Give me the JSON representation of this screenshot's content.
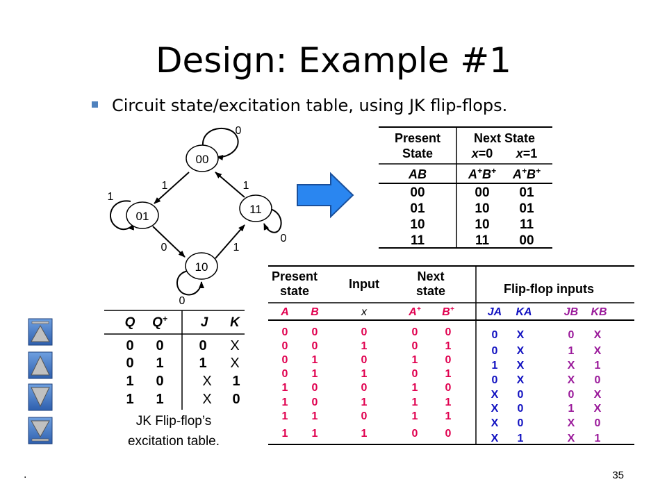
{
  "slide": {
    "title": "Design: Example #1",
    "bullet": "Circuit state/excitation table, using JK flip-flops.",
    "footer_dot": ".",
    "slide_number": "35"
  },
  "state_diagram": {
    "states": [
      "00",
      "01",
      "11",
      "10"
    ],
    "transitions": [
      {
        "from": "00",
        "to": "00",
        "label": "0"
      },
      {
        "from": "00",
        "to": "01",
        "label": "1"
      },
      {
        "from": "01",
        "to": "01",
        "label": "1"
      },
      {
        "from": "01",
        "to": "10",
        "label": "0"
      },
      {
        "from": "10",
        "to": "10",
        "label": "0"
      },
      {
        "from": "10",
        "to": "11",
        "label": "1"
      },
      {
        "from": "11",
        "to": "11",
        "label": "0"
      },
      {
        "from": "11",
        "to": "00",
        "label": "1"
      }
    ]
  },
  "state_table": {
    "header": {
      "present_state_l1": "Present",
      "present_state_l2": "State",
      "next_state": "Next State",
      "x0_var": "x",
      "x0_val": "=0",
      "x1_var": "x",
      "x1_val": "=1",
      "col_ab": "AB",
      "a_plus": "A",
      "b_plus": "B",
      "plus": "+"
    },
    "rows": [
      {
        "ab": "00",
        "x0": "00",
        "x1": "01"
      },
      {
        "ab": "01",
        "x0": "10",
        "x1": "01"
      },
      {
        "ab": "10",
        "x0": "10",
        "x1": "11"
      },
      {
        "ab": "11",
        "x0": "11",
        "x1": "00"
      }
    ]
  },
  "jk_table": {
    "headers": {
      "q": "Q",
      "qplus": "Q",
      "plus": "+",
      "j": "J",
      "k": "K"
    },
    "rows": [
      {
        "q": "0",
        "qplus": "0",
        "j": "0",
        "k": "X"
      },
      {
        "q": "0",
        "qplus": "1",
        "j": "1",
        "k": "X"
      },
      {
        "q": "1",
        "qplus": "0",
        "j": "X",
        "k": "1"
      },
      {
        "q": "1",
        "qplus": "1",
        "j": "X",
        "k": "0"
      }
    ],
    "caption_l1": "JK Flip-flop’s",
    "caption_l2": "excitation table."
  },
  "excitation_table": {
    "header_top": {
      "present_l1": "Present",
      "present_l2": "state",
      "input": "Input",
      "next_l1": "Next",
      "next_l2": "state",
      "ff_inputs": "Flip-flop inputs"
    },
    "header_cols": {
      "a": "A",
      "b": "B",
      "x": "x",
      "aplus": "A",
      "bplus": "B",
      "plus": "+",
      "ja": "JA",
      "ka": "KA",
      "jb": "JB",
      "kb": "KB"
    },
    "rows": [
      {
        "a": "0",
        "b": "0",
        "x": "0",
        "ap": "0",
        "bp": "0",
        "ja": "0",
        "ka": "X",
        "jb": "0",
        "kb": "X"
      },
      {
        "a": "0",
        "b": "0",
        "x": "1",
        "ap": "0",
        "bp": "1",
        "ja": "0",
        "ka": "X",
        "jb": "1",
        "kb": "X"
      },
      {
        "a": "0",
        "b": "1",
        "x": "0",
        "ap": "1",
        "bp": "0",
        "ja": "1",
        "ka": "X",
        "jb": "X",
        "kb": "1"
      },
      {
        "a": "0",
        "b": "1",
        "x": "1",
        "ap": "0",
        "bp": "1",
        "ja": "0",
        "ka": "X",
        "jb": "X",
        "kb": "0"
      },
      {
        "a": "1",
        "b": "0",
        "x": "0",
        "ap": "1",
        "bp": "0",
        "ja": "X",
        "ka": "0",
        "jb": "0",
        "kb": "X"
      },
      {
        "a": "1",
        "b": "0",
        "x": "1",
        "ap": "1",
        "bp": "1",
        "ja": "X",
        "ka": "0",
        "jb": "1",
        "kb": "X"
      },
      {
        "a": "1",
        "b": "1",
        "x": "0",
        "ap": "1",
        "bp": "1",
        "ja": "X",
        "ka": "0",
        "jb": "X",
        "kb": "0"
      },
      {
        "a": "1",
        "b": "1",
        "x": "1",
        "ap": "0",
        "bp": "0",
        "ja": "X",
        "ka": "1",
        "jb": "X",
        "kb": "1"
      }
    ]
  },
  "colors": {
    "red_values": "#e0004f",
    "blue_values": "#1010c0",
    "purple_values": "#9a199a",
    "arrow_fill": "#2a86f0",
    "bullet": "#4f81bd",
    "nav_blue": "#3a6fc0"
  },
  "nav_icons": [
    "nav-first-icon",
    "nav-prev-icon",
    "nav-next-icon",
    "nav-last-icon"
  ]
}
